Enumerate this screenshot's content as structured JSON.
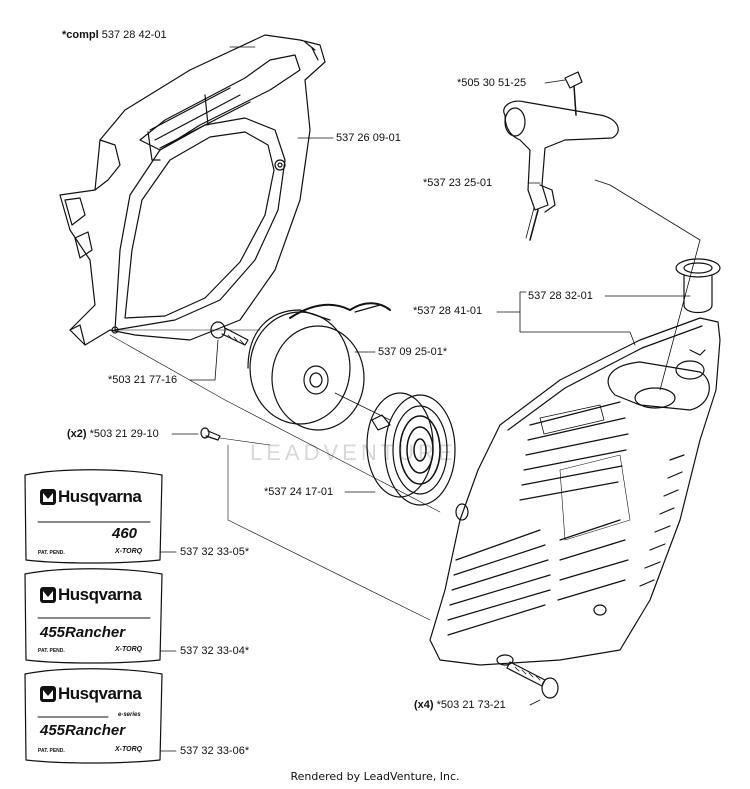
{
  "labels": {
    "compl": {
      "prefix": "*compl",
      "number": "537 28 42-01"
    },
    "housing": "537 26 09-01",
    "handle_screw": "*505 30 51-25",
    "handle": "*537 23 25-01",
    "cover_asm": "*537 28 41-01",
    "guide": "537 28 32-01",
    "pulley": "537 09 25-01*",
    "pulley_screw": "*503 21 77-16",
    "small_screw_qty": "(x2)",
    "small_screw": "*503 21 29-10",
    "spring": "*537 24 17-01",
    "decal_460": "537 32 33-05*",
    "decal_455": "537 32 33-04*",
    "decal_455e": "537 32 33-06*",
    "cover_screw_qty": "(x4)",
    "cover_screw": "*503 21 73-21"
  },
  "decals": [
    {
      "brand": "Husqvarna",
      "model": "460",
      "series": "",
      "pat": "PAT. PEND.",
      "xtorq": "X-TORQ"
    },
    {
      "brand": "Husqvarna",
      "model": "455Rancher",
      "series": "",
      "pat": "PAT. PEND.",
      "xtorq": "X-TORQ"
    },
    {
      "brand": "Husqvarna",
      "model": "455Rancher",
      "series": "e-series",
      "pat": "PAT. PEND.",
      "xtorq": "X-TORQ"
    }
  ],
  "watermark": "LEADVENTURE",
  "footer": "Rendered by LeadVenture, Inc."
}
